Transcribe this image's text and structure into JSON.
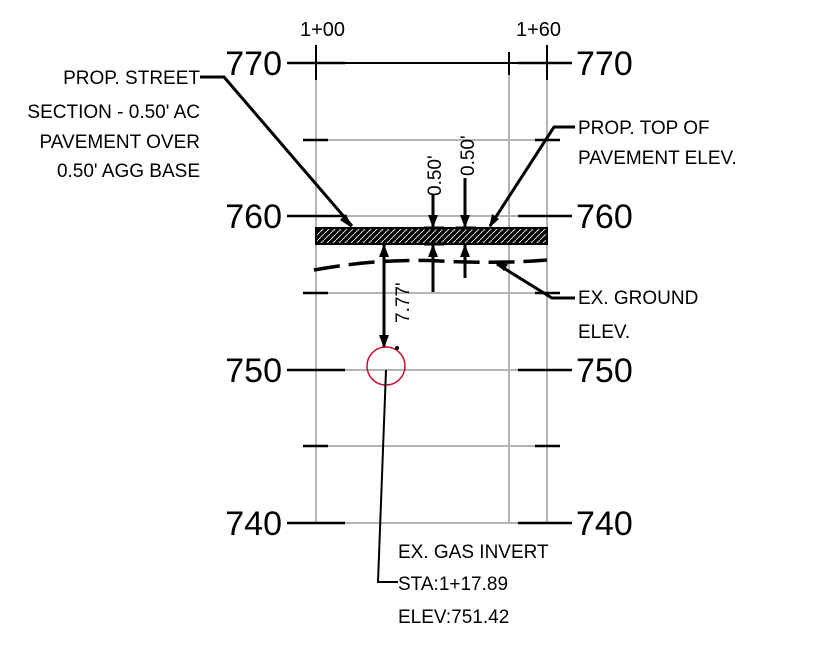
{
  "drawing": {
    "stations": [
      "1+00",
      "1+60"
    ],
    "elevations_left": [
      "770",
      "760",
      "750",
      "740"
    ],
    "elevations_right": [
      "770",
      "760",
      "750",
      "740"
    ],
    "prop_street": [
      "PROP. STREET",
      "SECTION - 0.50' AC",
      "PAVEMENT OVER",
      "0.50' AGG BASE"
    ],
    "prop_top": [
      "PROP. TOP OF",
      "PAVEMENT ELEV."
    ],
    "ex_ground": [
      "EX. GROUND",
      "ELEV."
    ],
    "gas": [
      "EX. GAS INVERT",
      "STA:1+17.89",
      "ELEV:751.42"
    ],
    "dim_ac": "0.50'",
    "dim_base": "0.50'",
    "dim_depth": "7.77'"
  },
  "colors": {
    "grid": "#b4b4b4",
    "ink": "#000000",
    "gas_circle": "#c8102e"
  }
}
